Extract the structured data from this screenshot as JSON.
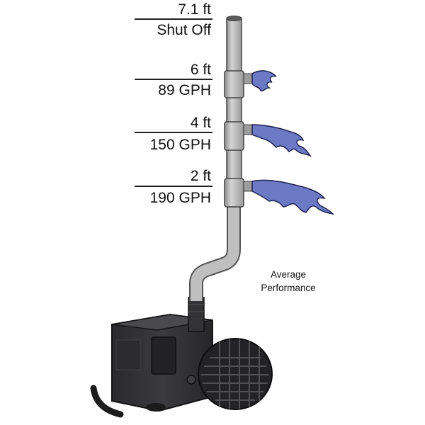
{
  "levels": [
    {
      "height": "7.1 ft",
      "flow": "Shut Off"
    },
    {
      "height": "6 ft",
      "flow": "89 GPH"
    },
    {
      "height": "4 ft",
      "flow": "150 GPH"
    },
    {
      "height": "2 ft",
      "flow": "190 GPH"
    }
  ],
  "note": {
    "line1": "Average",
    "line2": "Performance"
  },
  "colors": {
    "pipe": "#bcbcbc",
    "water": "#6c79c4",
    "pump": "#2f2f31",
    "text": "#111111"
  }
}
